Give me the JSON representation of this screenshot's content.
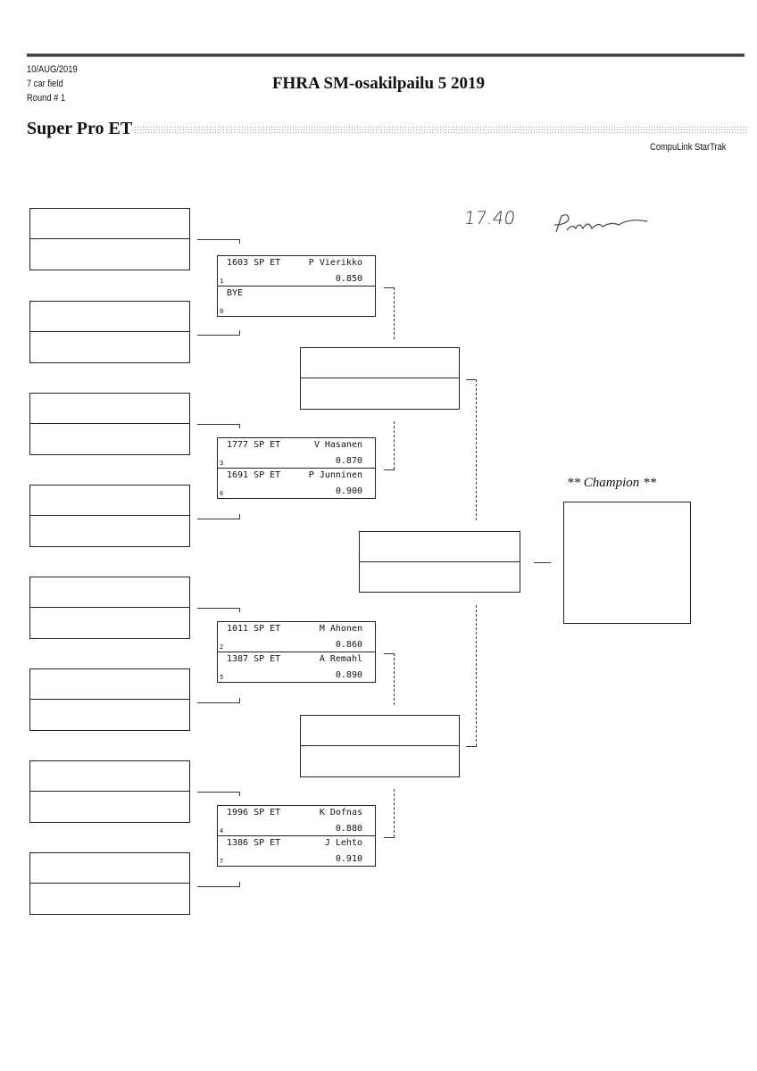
{
  "header": {
    "date": "10/AUG/2019",
    "field": "7 car field",
    "round": "Round # 1",
    "title": "FHRA SM-osakilpailu 5  2019",
    "class": "Super Pro ET",
    "brand": "CompuLink StarTrak"
  },
  "handwritten": {
    "time": "17.40",
    "signature": "P.Lau"
  },
  "champion_label": "** Champion **",
  "matchups": [
    {
      "top": {
        "car": "1603 SP ET",
        "name": "P Vierikko",
        "seed": "1",
        "dial": "0.850"
      },
      "bottom": {
        "car": "BYE",
        "name": "",
        "seed": "0",
        "dial": ""
      }
    },
    {
      "top": {
        "car": "1777 SP ET",
        "name": "V Hasanen",
        "seed": "3",
        "dial": "0.870"
      },
      "bottom": {
        "car": "1691 SP ET",
        "name": "P Junninen",
        "seed": "6",
        "dial": "0.900"
      }
    },
    {
      "top": {
        "car": "1011 SP ET",
        "name": "M Ahonen",
        "seed": "2",
        "dial": "0.860"
      },
      "bottom": {
        "car": "1387 SP ET",
        "name": "A Remahl",
        "seed": "5",
        "dial": "0.890"
      }
    },
    {
      "top": {
        "car": "1996 SP ET",
        "name": "K Dofnas",
        "seed": "4",
        "dial": "0.880"
      },
      "bottom": {
        "car": "1386 SP ET",
        "name": "J Lehto",
        "seed": "7",
        "dial": "0.910"
      }
    }
  ]
}
